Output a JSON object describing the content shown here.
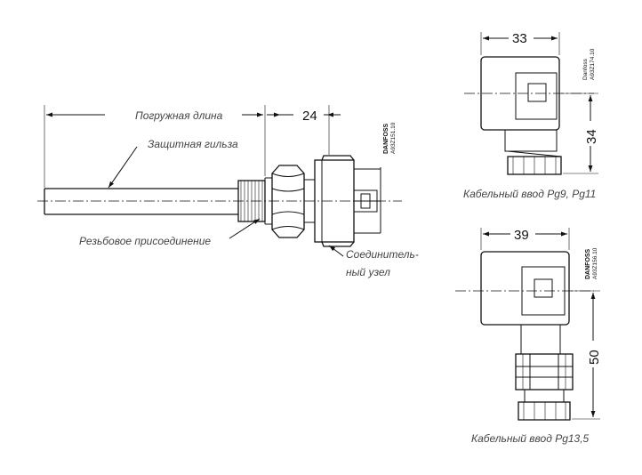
{
  "sensor": {
    "label_immersion_length": "Погружная длина",
    "label_protective_sleeve": "Защитная гильза",
    "label_threaded_connection": "Резьбовое присоединение",
    "label_connector_1": "Соединитель-",
    "label_connector_2": "ный узел",
    "dim_24": "24",
    "code_brand": "DANFOSS",
    "code_id": "A93Z151.10"
  },
  "pg9": {
    "dim_width": "33",
    "dim_height": "34",
    "caption": "Кабельный ввод Pg9, Pg11",
    "code_brand": "Danfoss",
    "code_id": "A93Z174.10"
  },
  "pg13": {
    "dim_width": "39",
    "dim_height": "50",
    "caption": "Кабельный ввод Pg13,5",
    "code_brand": "DANFOSS",
    "code_id": "A93Z156.10"
  }
}
